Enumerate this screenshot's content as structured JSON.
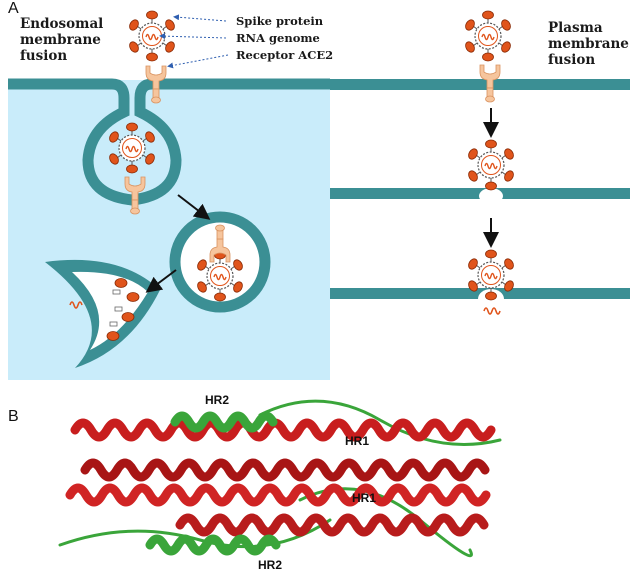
{
  "panel_a": {
    "letter": "A",
    "endosomal_title": [
      "Endosomal",
      "membrane",
      "fusion"
    ],
    "plasma_title": [
      "Plasma",
      "membrane",
      "fusion"
    ],
    "legend": {
      "spike": "Spike protein",
      "rna": "RNA genome",
      "receptor": "Receptor ACE2"
    }
  },
  "panel_b": {
    "letter": "B",
    "hr2_top": "HR2",
    "hr1_top": "HR1",
    "hr1_mid": "HR1",
    "hr2_bottom": "HR2"
  },
  "colors": {
    "membrane": "#3b8f94",
    "cytoplasm": "#c9ecfa",
    "spike": "#e0541b",
    "receptor": "#f6c59d",
    "helix_red": "#c81e1e",
    "helix_green": "#3aa53a"
  }
}
